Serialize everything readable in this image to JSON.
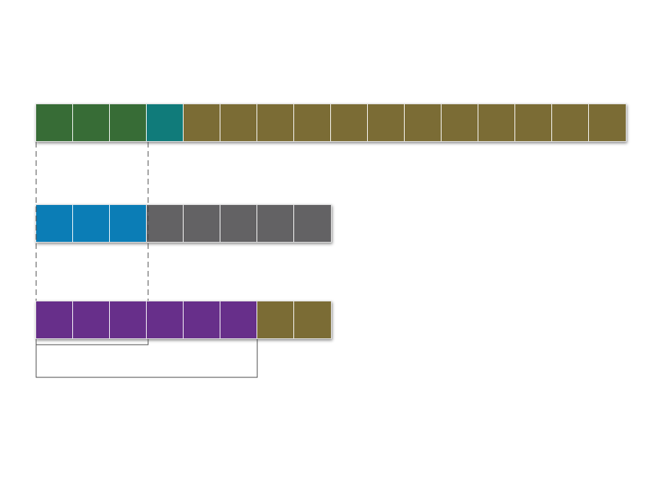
{
  "colors": {
    "green": "#376c36",
    "teal": "#107b7a",
    "olive": "#7b6c35",
    "blue": "#0b7db6",
    "gray": "#636264",
    "purple": "#672f8a",
    "line": "#333333"
  },
  "rows": [
    {
      "cells": [
        "green",
        "green",
        "green",
        "teal",
        "olive",
        "olive",
        "olive",
        "olive",
        "olive",
        "olive",
        "olive",
        "olive",
        "olive",
        "olive",
        "olive",
        "olive"
      ]
    },
    {
      "cells": [
        "blue",
        "blue",
        "blue",
        "gray",
        "gray",
        "gray",
        "gray",
        "gray"
      ]
    },
    {
      "cells": [
        "purple",
        "purple",
        "purple",
        "purple",
        "purple",
        "purple",
        "olive",
        "olive"
      ]
    }
  ]
}
